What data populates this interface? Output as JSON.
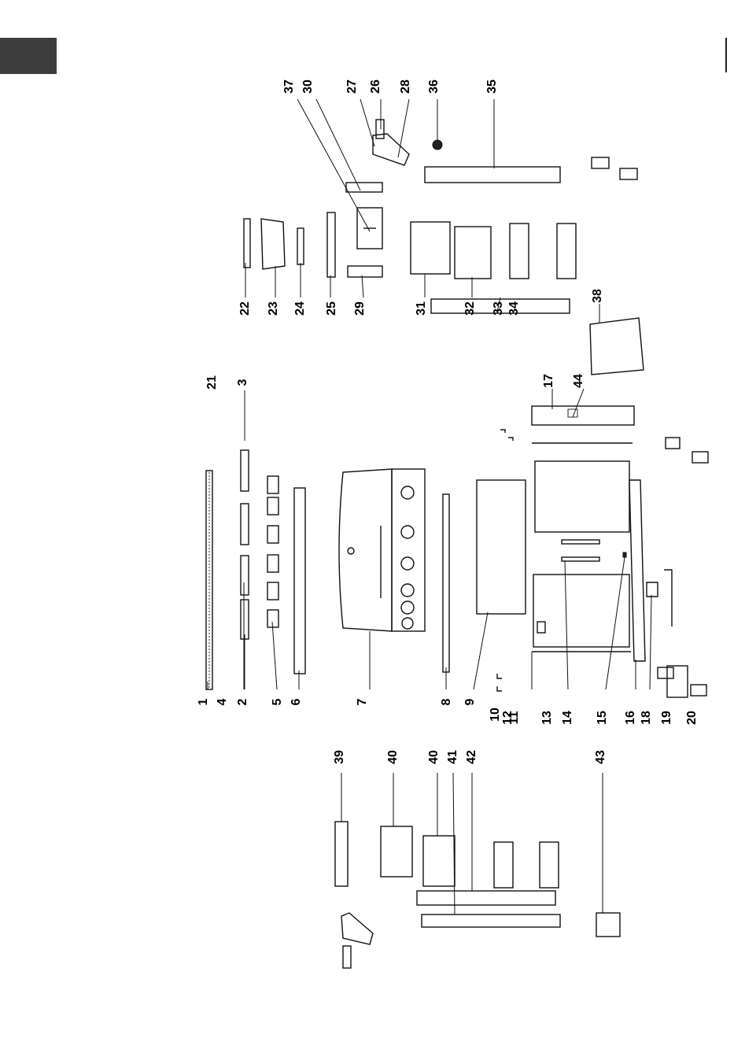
{
  "page": {
    "header_tab_color": "#3d3d3d",
    "line_color": "#111111"
  },
  "diagram": {
    "type": "exploded-parts-view",
    "orientation": "rotated-90-ccw",
    "callouts": [
      "1",
      "2",
      "3",
      "4",
      "5",
      "6",
      "7",
      "8",
      "9",
      "10",
      "11",
      "12",
      "13",
      "14",
      "15",
      "16",
      "17",
      "18",
      "19",
      "20",
      "21",
      "22",
      "23",
      "24",
      "25",
      "26",
      "27",
      "28",
      "29",
      "30",
      "31",
      "32",
      "33",
      "34",
      "35",
      "36",
      "37",
      "38",
      "39",
      "40",
      "40",
      "41",
      "42",
      "43",
      "44"
    ]
  }
}
